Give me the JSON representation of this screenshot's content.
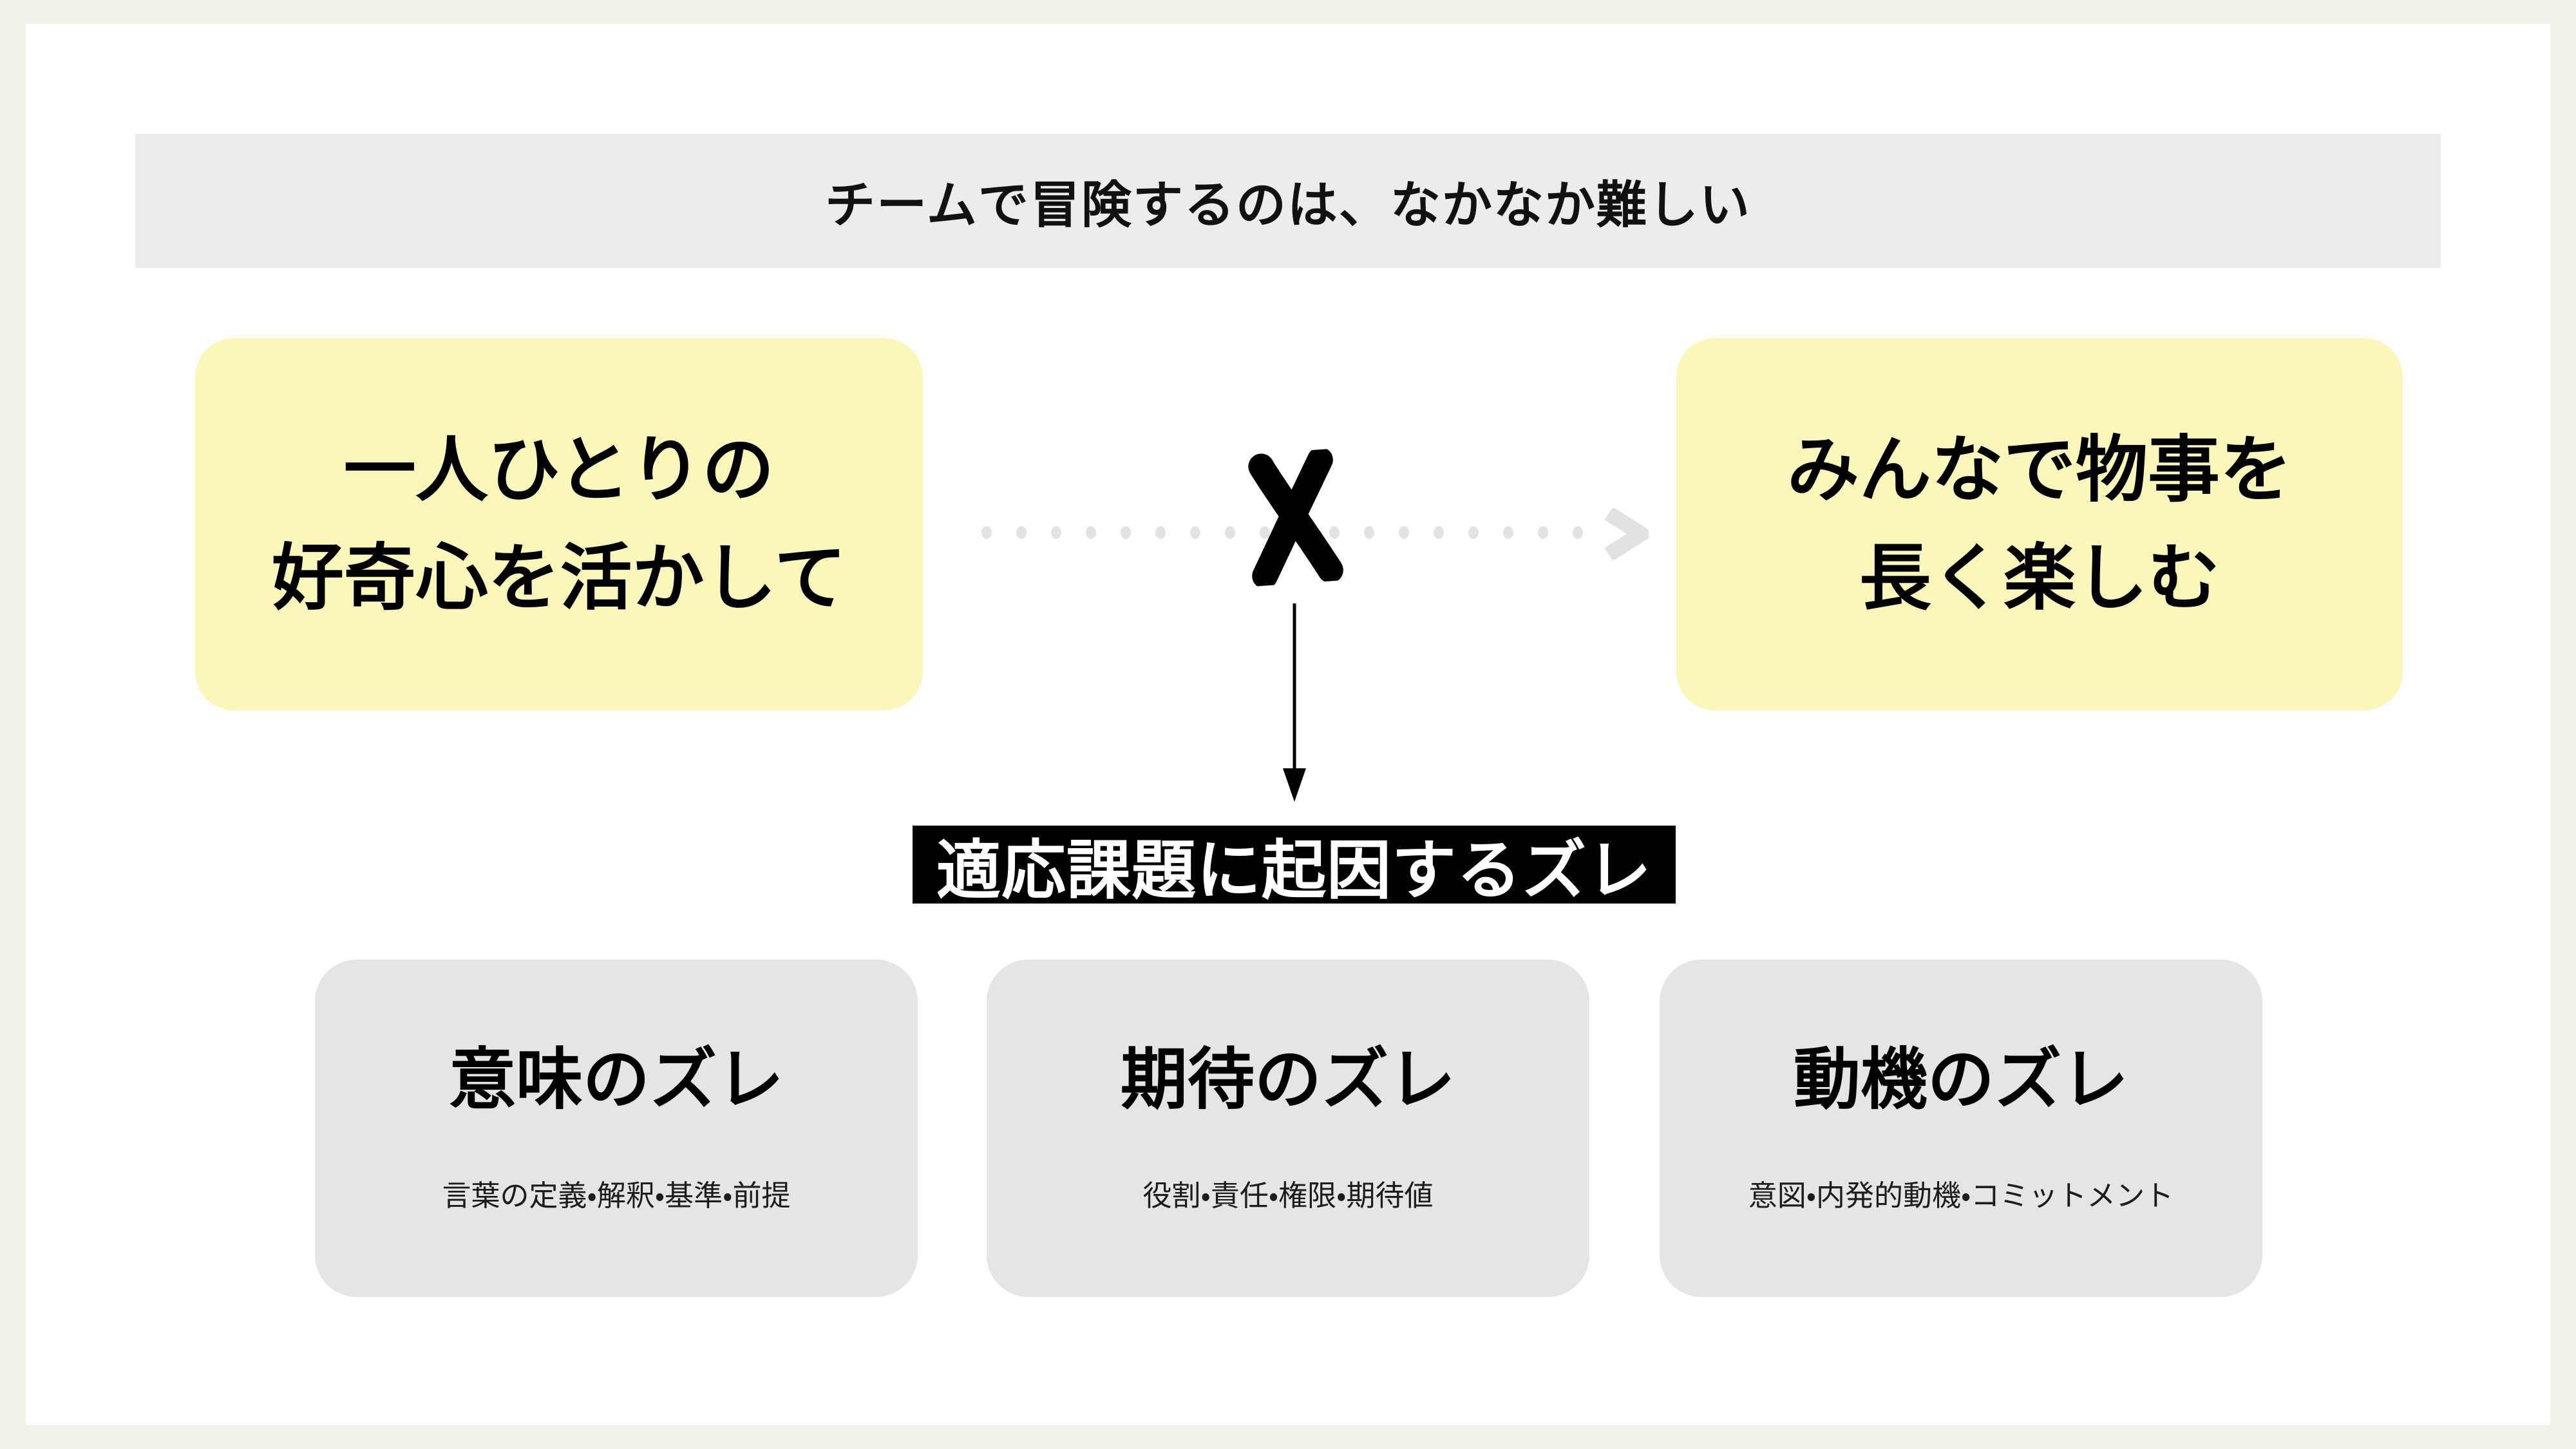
{
  "header": {
    "title": "チームで冒険するのは、なかなか難しい"
  },
  "flow": {
    "left_box": {
      "text": "一人ひとりの\n好奇心を活かして"
    },
    "right_box": {
      "text": "みんなで物事を\n長く楽しむ"
    },
    "blocked_label": "適応課題に起因するズレ"
  },
  "gaps": [
    {
      "title": "意味のズレ",
      "subtitle": "言葉の定義・解釈・基準・前提"
    },
    {
      "title": "期待のズレ",
      "subtitle": "役割・責任・権限・期待値"
    },
    {
      "title": "動機のズレ",
      "subtitle": "意図・内発的動機・コミットメント"
    }
  ],
  "icons": {
    "x_mark": "✖",
    "arrow_right_head": "❯",
    "arrow_down": "↓",
    "dot": "•"
  },
  "colors": {
    "page_bg": "#F2F1EA",
    "card_bg": "#FFFFFF",
    "header_bg": "#EEECEA",
    "highlight_yellow": "#FBF7BA",
    "gap_gray": "#E6E5E3",
    "label_bg": "#000000",
    "label_text": "#FFFFFF",
    "arrow_gray": "#E2E2E2",
    "text_dark": "#111111",
    "subtext_dark": "#1C1C1C"
  }
}
